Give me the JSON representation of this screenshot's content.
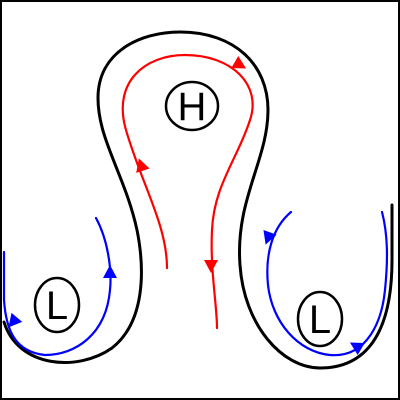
{
  "diagram": {
    "high_pressure": {
      "label": "H"
    },
    "low_pressure_left": {
      "label": "L"
    },
    "low_pressure_right": {
      "label": "L"
    }
  },
  "colors": {
    "contour": "#000000",
    "anticyclonic_flow": "#ff0000",
    "cyclonic_flow": "#0000ff"
  },
  "icons": {
    "flow_arrowhead": "arrowhead-icon"
  }
}
